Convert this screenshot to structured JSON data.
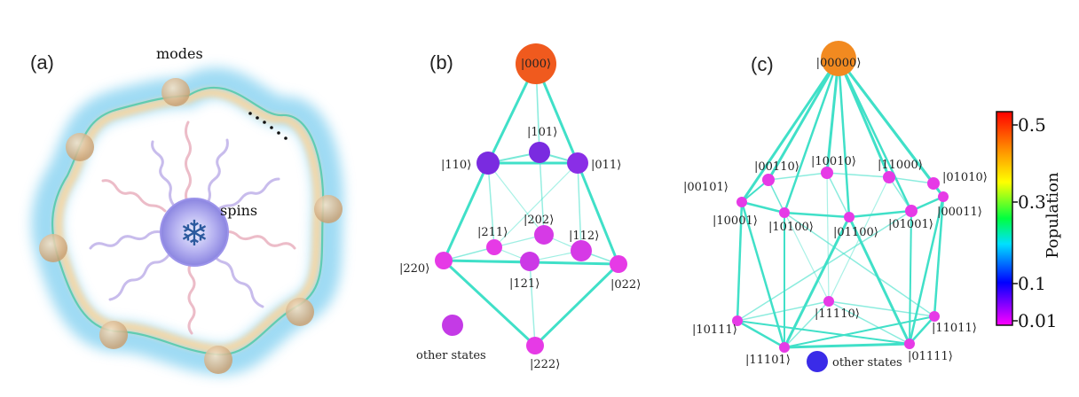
{
  "panel_labels": [
    "(a)",
    "(b)",
    "(c)"
  ],
  "panel_a": {
    "modes_label": "modes",
    "spins_label": "spins",
    "snowflake_glyph": "❄"
  },
  "panel_b": {
    "state_labels": [
      "|000⟩",
      "|101⟩",
      "|110⟩",
      "|011⟩",
      "|211⟩",
      "|202⟩",
      "|112⟩",
      "|220⟩",
      "|121⟩",
      "|022⟩",
      "|222⟩"
    ],
    "other_states_label": "other states"
  },
  "panel_c": {
    "state_labels": [
      "|00000⟩",
      "|00110⟩",
      "|10010⟩",
      "|11000⟩",
      "|01010⟩",
      "|00101⟩",
      "|00011⟩",
      "|10001⟩",
      "|10100⟩",
      "|01100⟩",
      "|01001⟩",
      "|11110⟩",
      "|10111⟩",
      "|11011⟩",
      "|11101⟩",
      "|01111⟩"
    ],
    "other_states_label": "other states"
  },
  "colorbar": {
    "title": "Population",
    "ticks": [
      "0.5",
      "0.3",
      "0.1",
      "0.01"
    ],
    "colors": [
      "#ff0000",
      "#ff8000",
      "#ffff00",
      "#00ff00",
      "#00ffff",
      "#0000ff",
      "#ff00ff"
    ]
  },
  "colors": {
    "edge": "#40e0c8",
    "node_top": "#f05a1e",
    "node_c_top": "#f28a20",
    "violet": "#7a2be0",
    "magenta": "#e63ae6",
    "other_blue": "#3a2be8"
  }
}
